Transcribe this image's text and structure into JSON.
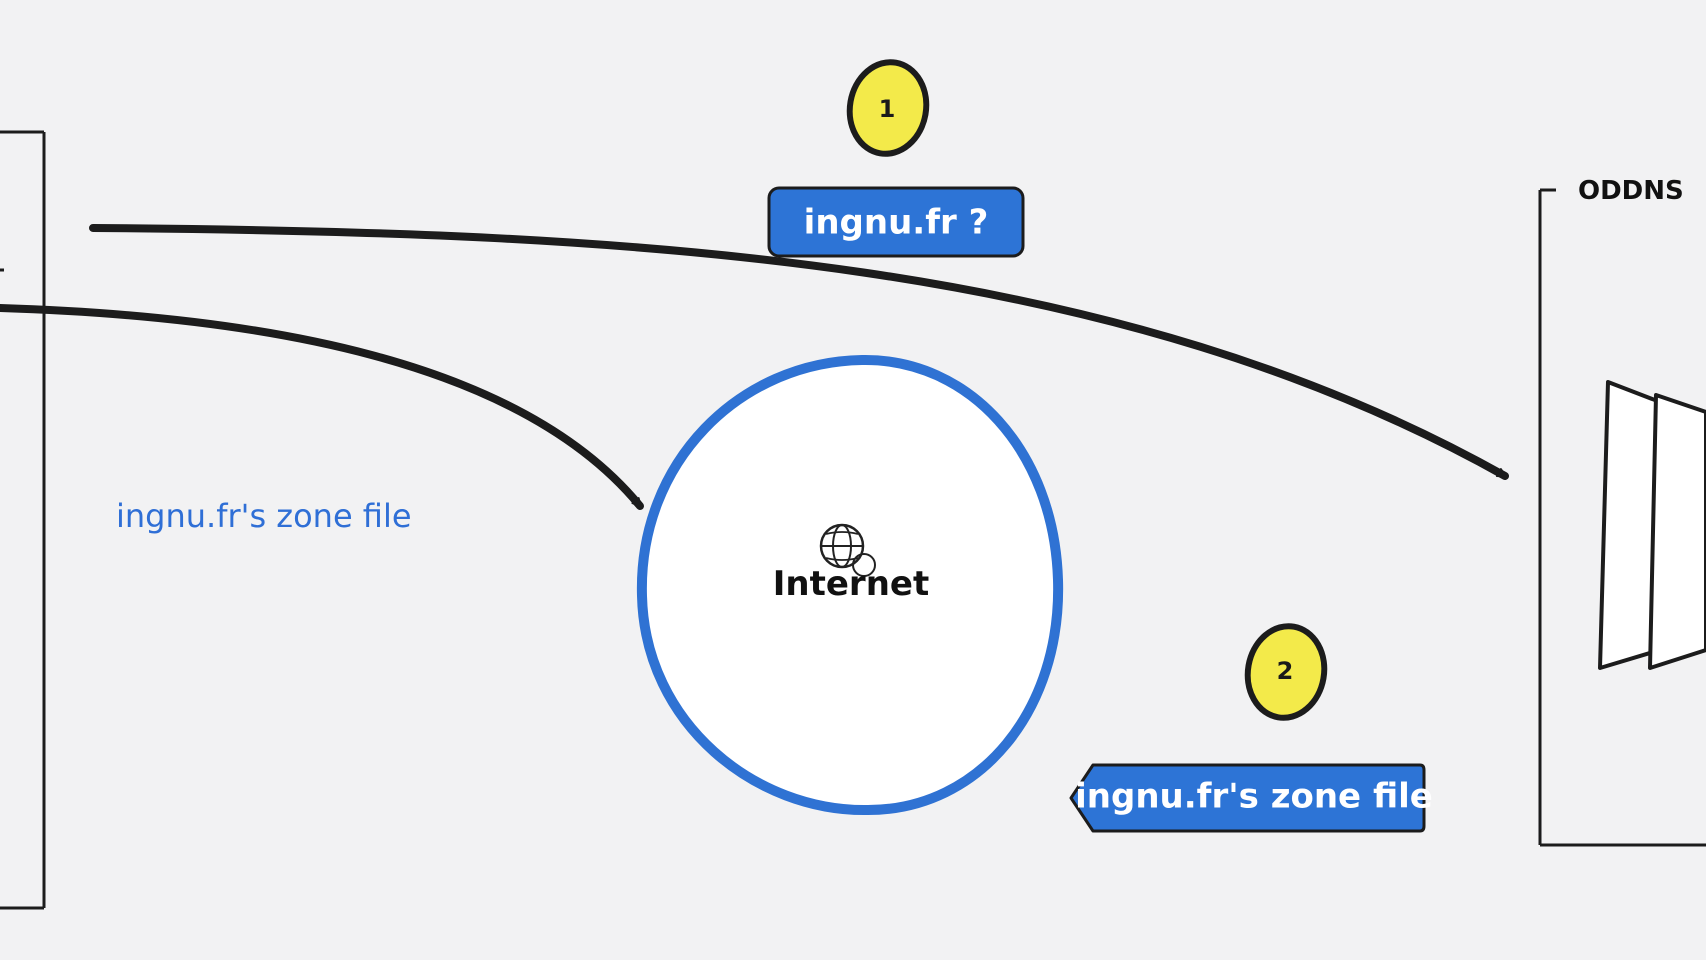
{
  "diagram": {
    "step1": {
      "badge": "1",
      "query_label": "ingnu.fr ?"
    },
    "step2": {
      "badge": "2",
      "response_label": "ingnu.fr's zone file"
    },
    "internet": {
      "label": "Internet",
      "icon": "globe-icon"
    },
    "left_annotation": "ingnu.fr's zone file",
    "right_frame": {
      "title": "ODDNS"
    }
  },
  "colors": {
    "background": "#f2f2f3",
    "pill_blue": "#2d74d6",
    "circle_blue": "#2f72d3",
    "badge_yellow": "#f3ea4a",
    "annotation_blue": "#2f6fd6",
    "stroke_dark": "#1c1c1c"
  }
}
